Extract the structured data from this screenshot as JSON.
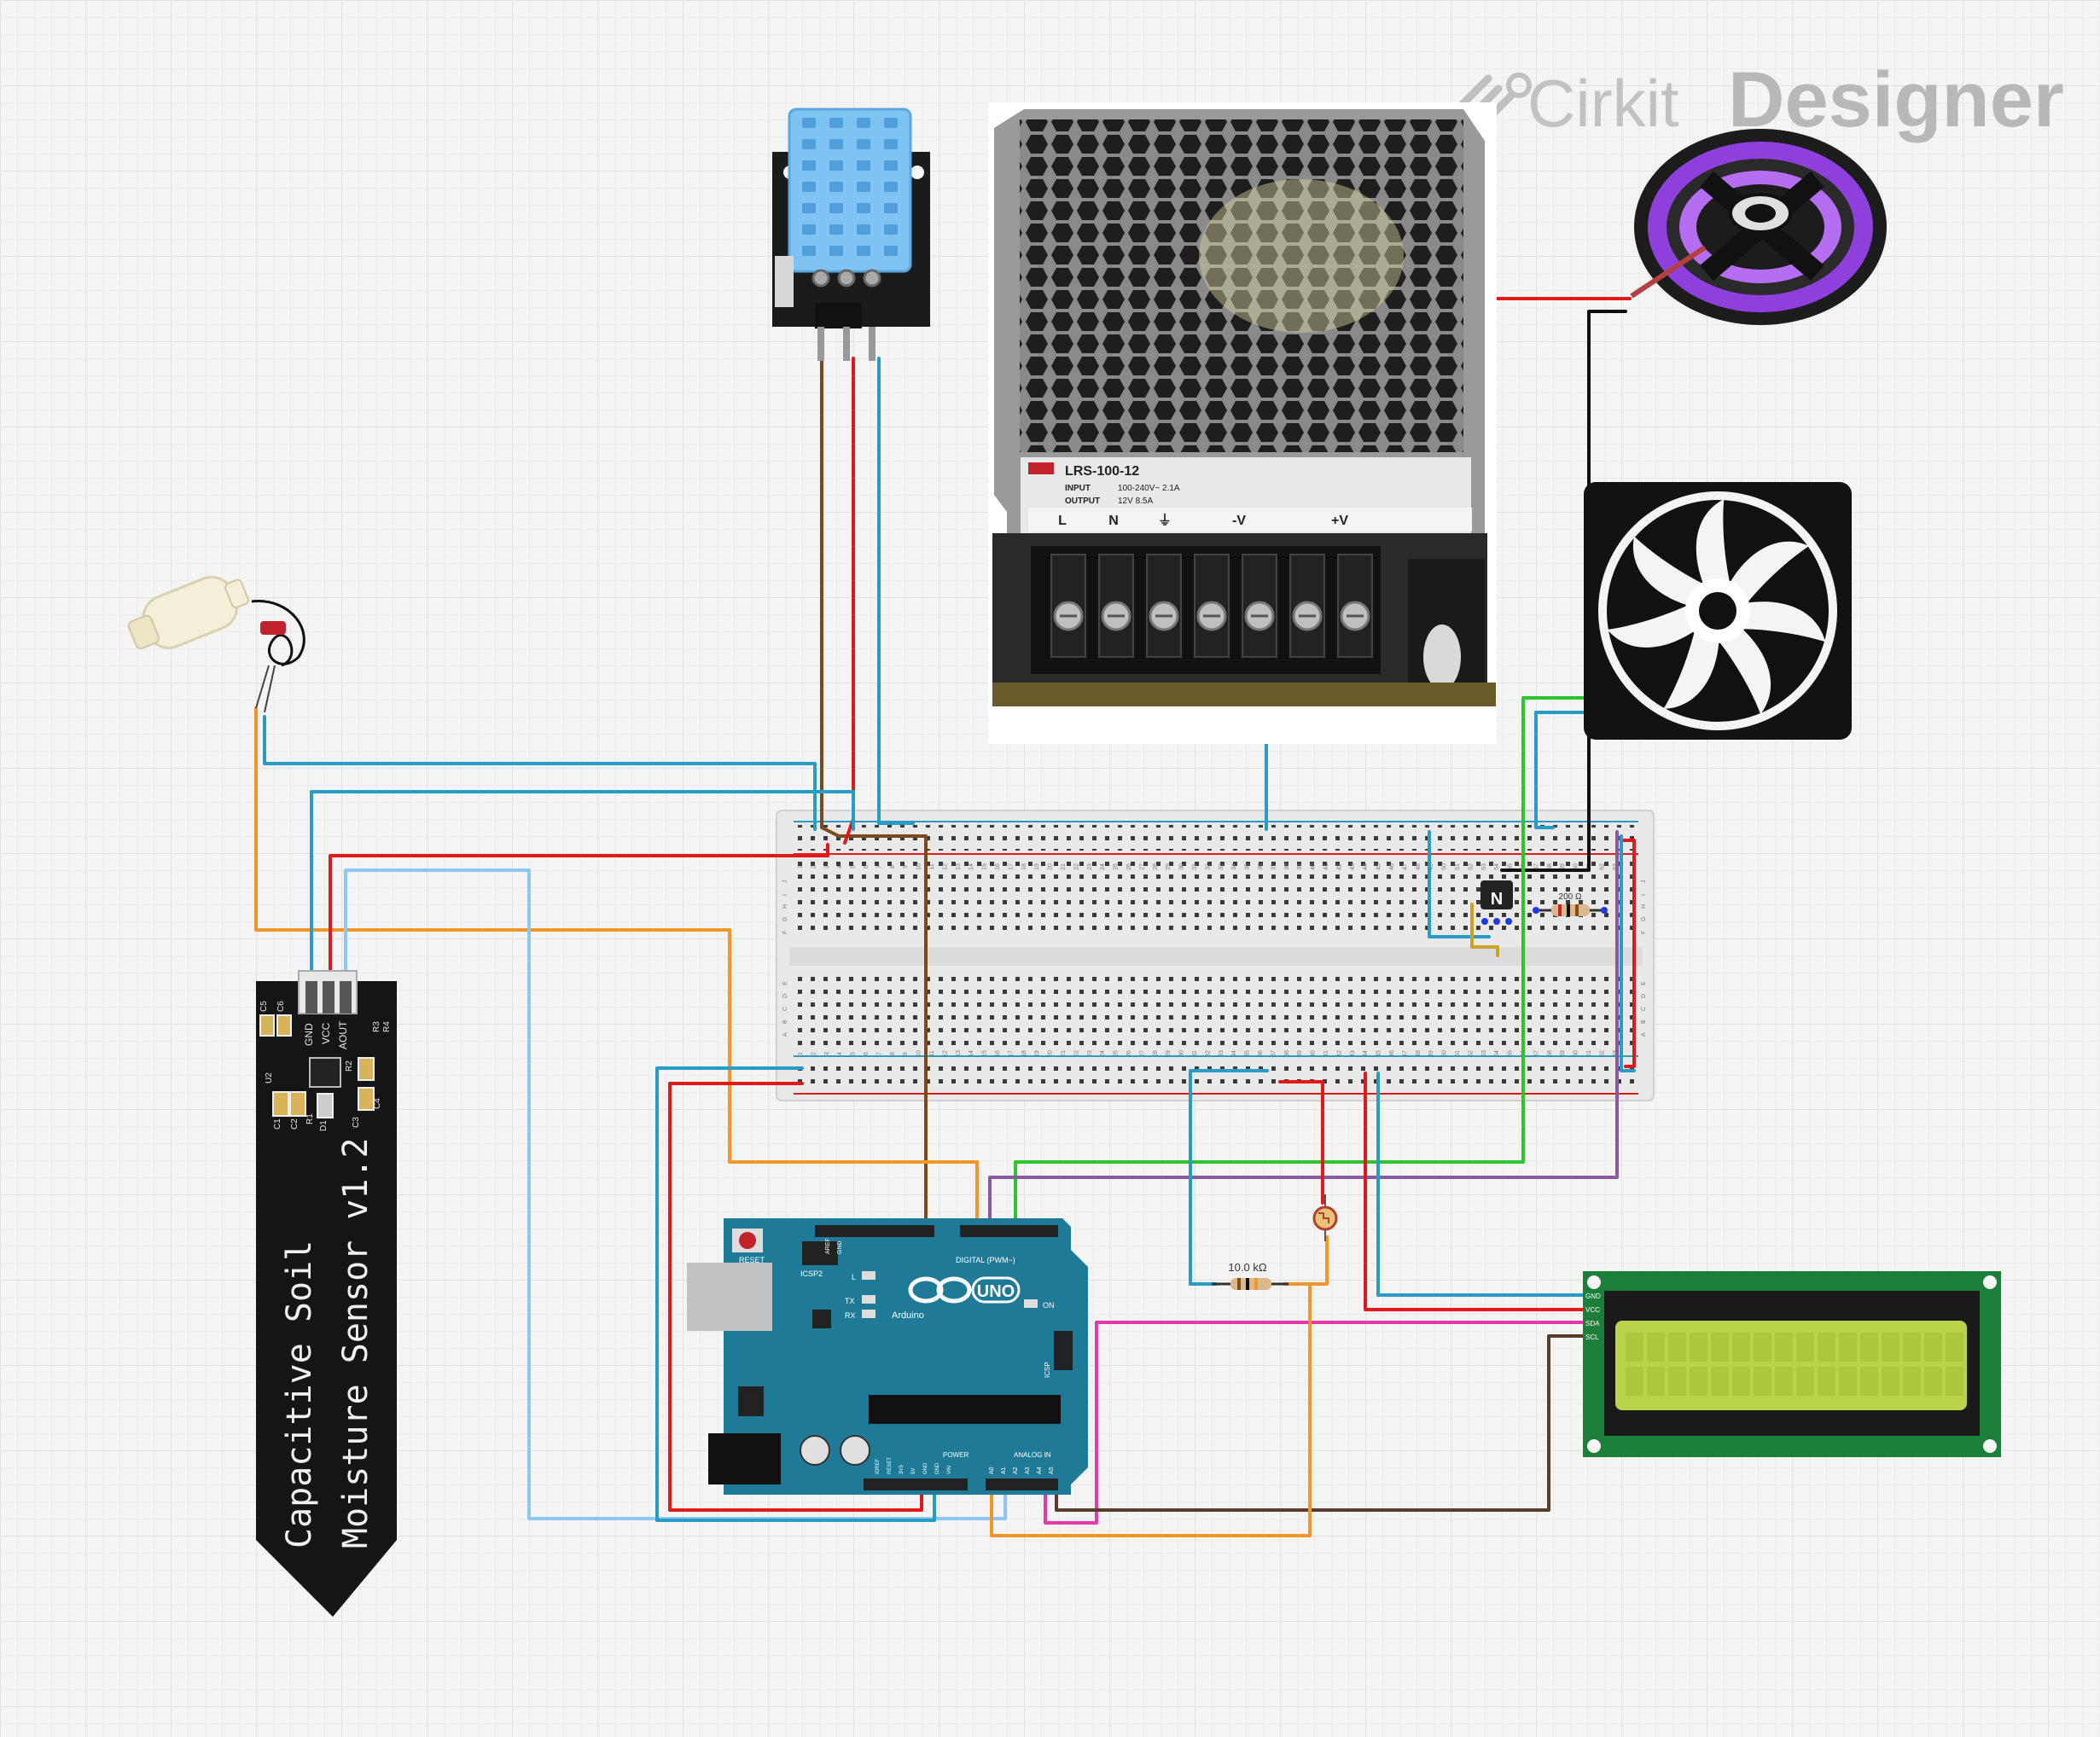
{
  "brand": {
    "name_light": "Cirkit",
    "name_bold": "Designer"
  },
  "colors": {
    "grid": "#dddddd",
    "background": "#f4f4f4",
    "wire_red": "#e0191b",
    "wire_blue": "#2a9bc4",
    "wire_light_blue": "#8ec7f2",
    "wire_brown": "#7a4a1d",
    "wire_dark_brown": "#5a3c2c",
    "wire_green": "#2dc52d",
    "wire_purple": "#8a5aa0",
    "wire_orange": "#f0962a",
    "wire_pink": "#e33aa8",
    "wire_black": "#111111",
    "arduino_teal": "#1f7a98",
    "lcd_green": "#b9d44a",
    "pcb_green": "#1b7f3a",
    "led_purple": "#9a46e8"
  },
  "components": {
    "soil_sensor": {
      "title_line1": "Capacitive Soil",
      "title_line2": "Moisture Sensor v1.2",
      "pins": [
        "GND",
        "VCC",
        "AOUT"
      ],
      "silkscreen": [
        "C5",
        "C6",
        "U2",
        "R1",
        "C1",
        "C2",
        "C3",
        "R2",
        "R3",
        "R4",
        "C4",
        "D1"
      ]
    },
    "power_supply": {
      "model": "LRS-100-12",
      "spec_input_label": "INPUT",
      "spec_input": "100-240V~ 2.1A",
      "spec_output_label": "OUTPUT",
      "spec_output": "12V 8.5A",
      "terminals": [
        "L",
        "N",
        "⏚",
        "-V",
        "",
        "+V",
        ""
      ]
    },
    "dht_sensor": {
      "icon": "dht11-sensor-icon"
    },
    "water_pump": {
      "icon": "mini-water-pump-icon"
    },
    "led_strip": {
      "icon": "uv-led-strip-reel-icon"
    },
    "fan": {
      "icon": "cooling-fan-icon"
    },
    "transistor": {
      "label": "N"
    },
    "resistor_main": {
      "label": "10.0 kΩ"
    },
    "resistor_small": {
      "label": "200 Ω"
    },
    "ldr": {
      "icon": "photoresistor-icon"
    },
    "lcd": {
      "pins": [
        "GND",
        "VCC",
        "SDA",
        "SCL"
      ],
      "icon": "lcd-16x2-i2c-icon"
    },
    "arduino": {
      "brand": "Arduino",
      "model": "UNO",
      "reset": "RESET",
      "icsp2": "ICSP2",
      "icsp": "ICSP",
      "digital": "DIGITAL (PWM~)",
      "power": "POWER",
      "analog": "ANALOG IN",
      "aref": "AREF",
      "gnd": "GND",
      "on": "ON",
      "l": "L",
      "tx": "TX",
      "rx": "RX",
      "analog_pins": [
        "A0",
        "A1",
        "A2",
        "A3",
        "A4",
        "A5"
      ],
      "power_pins": [
        "IOREF",
        "RESET",
        "3V3",
        "5V",
        "GND",
        "GND",
        "VIN"
      ]
    },
    "breadboard": {
      "row_letters_top": [
        "J",
        "I",
        "H",
        "G",
        "F"
      ],
      "row_letters_bottom": [
        "E",
        "D",
        "C",
        "B",
        "A"
      ],
      "columns": 63
    }
  }
}
